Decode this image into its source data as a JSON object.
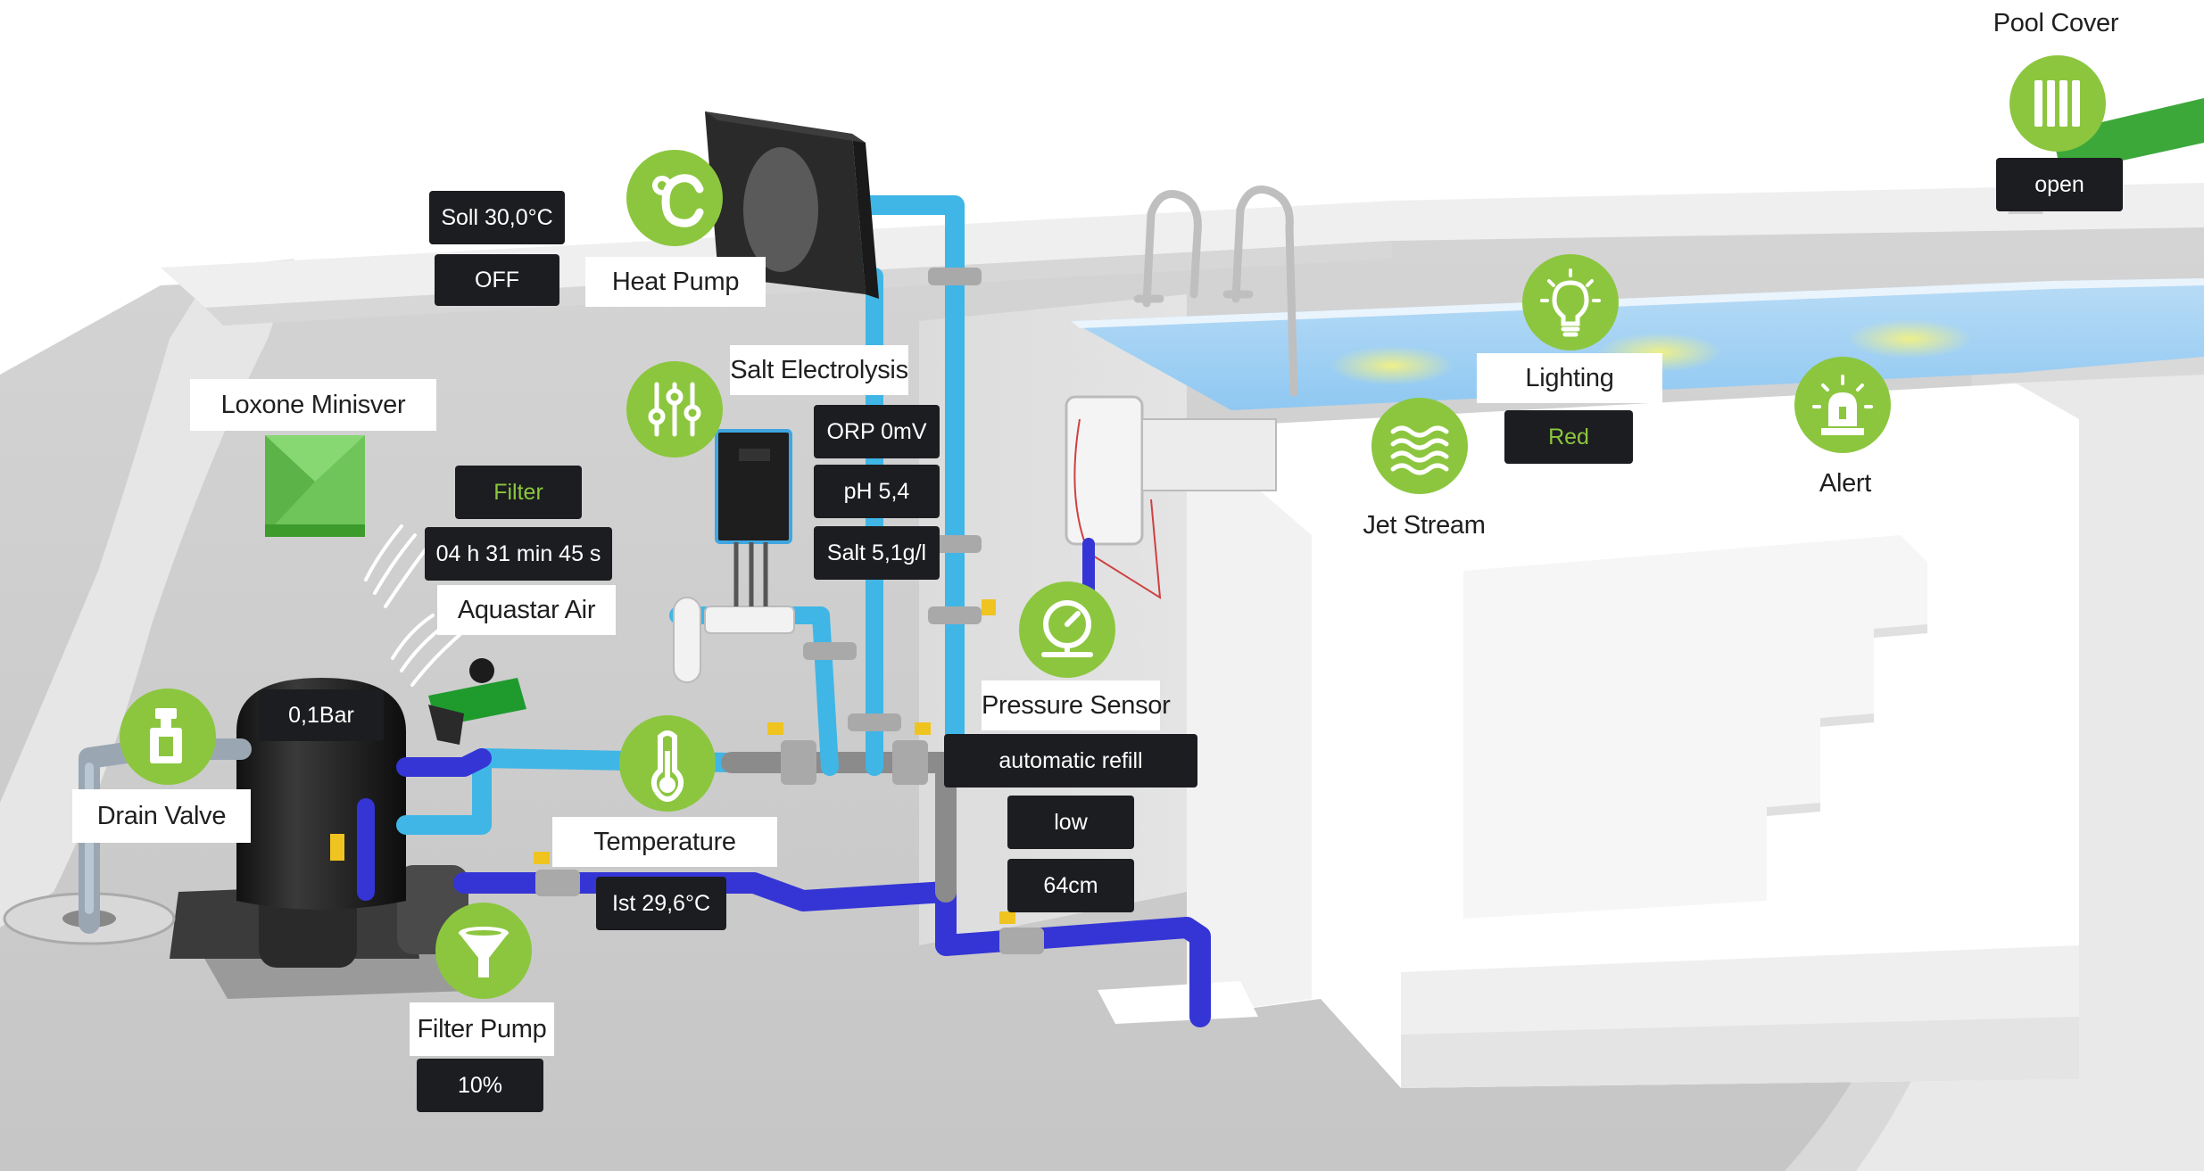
{
  "colors": {
    "accent": "#8cc63f",
    "tag_bg": "#1c1d20",
    "label_bg": "#ffffff",
    "pipe_blue": "#3535d6",
    "pipe_cyan": "#3fb6e6"
  },
  "heat_pump": {
    "label": "Heat Pump",
    "setpoint": "Soll 30,0°C",
    "state": "OFF",
    "icon": "celsius-icon"
  },
  "salt_electrolysis": {
    "label": "Salt Electrolysis",
    "orp": "ORP 0mV",
    "ph": "pH 5,4",
    "salt": "Salt 5,1g/l",
    "icon": "sliders-icon"
  },
  "miniserver": {
    "label": "Loxone Minisver"
  },
  "filter": {
    "mode": "Filter",
    "runtime": "04 h 31 min 45 s"
  },
  "aquastar": {
    "label": "Aquastar Air",
    "pressure": "0,1Bar"
  },
  "drain_valve": {
    "label": "Drain Valve",
    "icon": "valve-icon"
  },
  "temperature": {
    "label": "Temperature",
    "actual": "Ist 29,6°C",
    "icon": "thermometer-icon"
  },
  "filter_pump": {
    "label": "Filter Pump",
    "speed": "10%",
    "icon": "funnel-icon"
  },
  "pressure_sensor": {
    "label": "Pressure Sensor",
    "refill": "automatic refill",
    "level": "low",
    "depth": "64cm",
    "icon": "gauge-icon"
  },
  "jet_stream": {
    "label": "Jet Stream",
    "icon": "waves-icon"
  },
  "lighting": {
    "label": "Lighting",
    "color": "Red",
    "icon": "lightbulb-icon"
  },
  "alert": {
    "label": "Alert",
    "icon": "siren-icon"
  },
  "pool_cover": {
    "label": "Pool Cover",
    "state": "open",
    "icon": "cover-icon"
  }
}
